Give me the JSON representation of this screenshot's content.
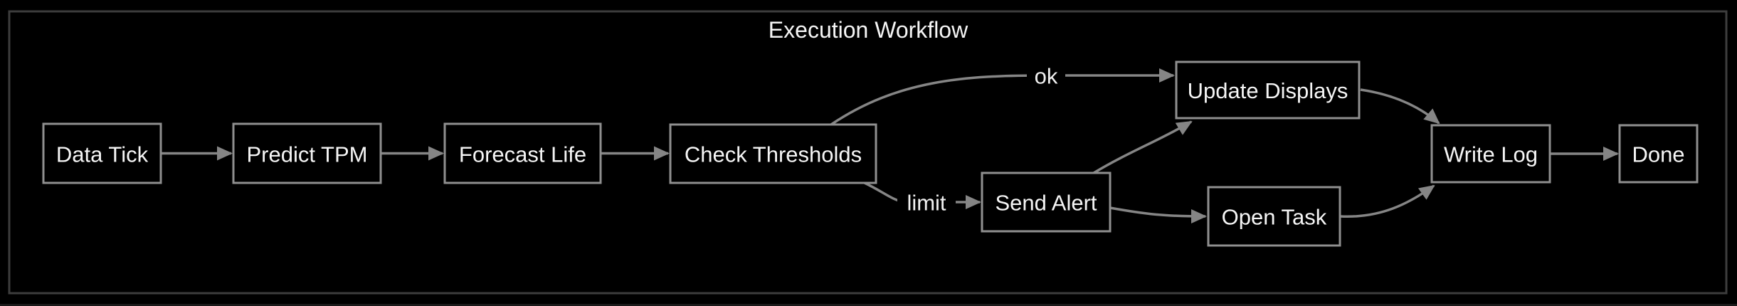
{
  "diagram": {
    "title": "Execution Workflow",
    "type": "flowchart",
    "direction": "left-to-right",
    "nodes": [
      {
        "id": "data_tick",
        "label": "Data Tick"
      },
      {
        "id": "predict_tpm",
        "label": "Predict TPM"
      },
      {
        "id": "forecast_life",
        "label": "Forecast Life"
      },
      {
        "id": "check_thresholds",
        "label": "Check Thresholds"
      },
      {
        "id": "send_alert",
        "label": "Send Alert"
      },
      {
        "id": "update_displays",
        "label": "Update Displays"
      },
      {
        "id": "open_task",
        "label": "Open Task"
      },
      {
        "id": "write_log",
        "label": "Write Log"
      },
      {
        "id": "done",
        "label": "Done"
      }
    ],
    "edges": [
      {
        "from": "data_tick",
        "to": "predict_tpm",
        "label": ""
      },
      {
        "from": "predict_tpm",
        "to": "forecast_life",
        "label": ""
      },
      {
        "from": "forecast_life",
        "to": "check_thresholds",
        "label": ""
      },
      {
        "from": "check_thresholds",
        "to": "update_displays",
        "label": "ok"
      },
      {
        "from": "check_thresholds",
        "to": "send_alert",
        "label": "limit"
      },
      {
        "from": "send_alert",
        "to": "update_displays",
        "label": ""
      },
      {
        "from": "send_alert",
        "to": "open_task",
        "label": ""
      },
      {
        "from": "update_displays",
        "to": "write_log",
        "label": ""
      },
      {
        "from": "open_task",
        "to": "write_log",
        "label": ""
      },
      {
        "from": "write_log",
        "to": "done",
        "label": ""
      }
    ],
    "colors": {
      "background": "#000000",
      "outer_border": "#3d3d3d",
      "node_fill": "#000000",
      "node_border": "#8f8f8f",
      "edge": "#858585",
      "text": "#f5f5f5"
    }
  }
}
